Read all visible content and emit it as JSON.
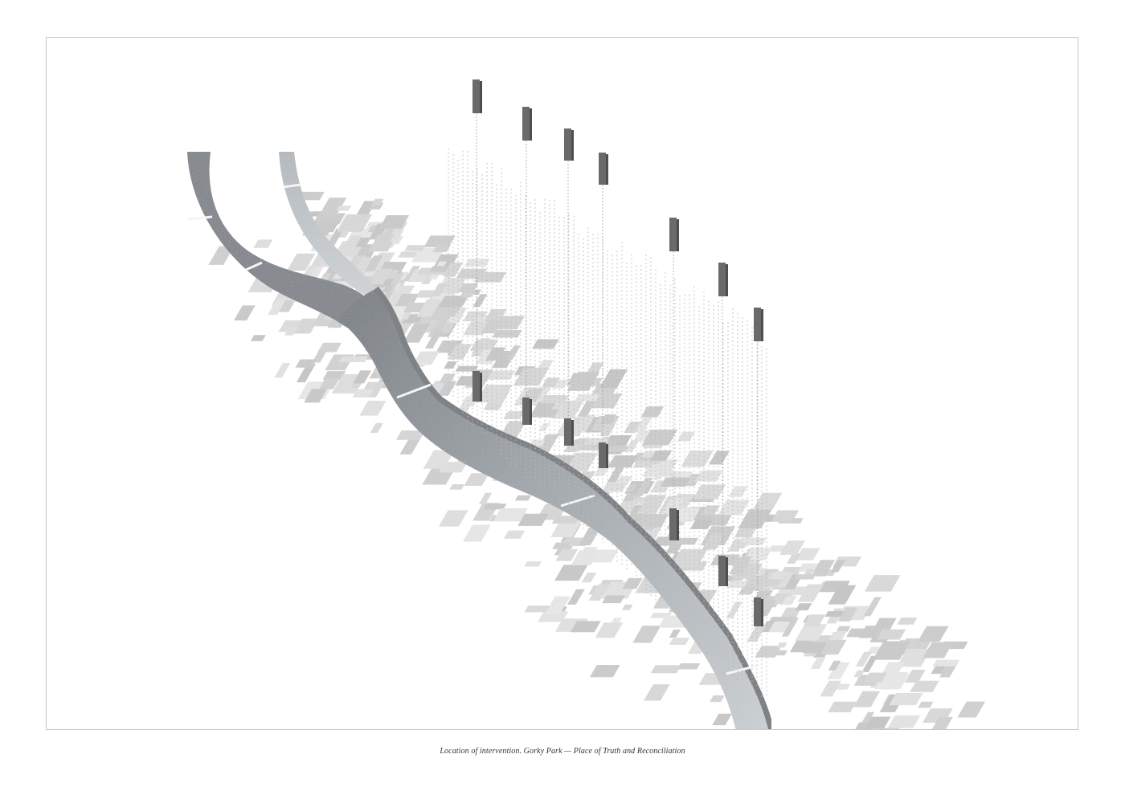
{
  "figure": {
    "caption": "Location of intervention. Gorky Park — Place of Truth and Reconciliation"
  },
  "colors": {
    "frame": "#c8c8c8",
    "river_dark": "#6f757c",
    "river_light": "#c9cfd3",
    "river_edge": "#8e9296",
    "buildings": "#d6d6d6",
    "towers": "#6a6a6a",
    "dashed_lines": "#b9b9b9"
  },
  "drawing": {
    "tower_count": 7,
    "bridge_count": 6
  }
}
